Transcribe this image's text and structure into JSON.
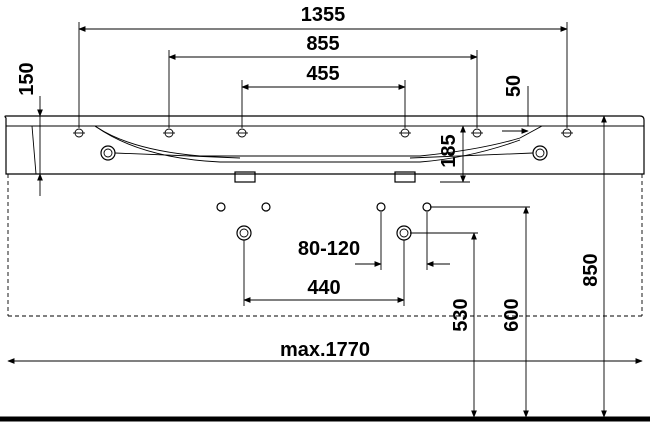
{
  "dimensions": {
    "overall_hole_span": "1355",
    "middle_hole_span": "855",
    "inner_hole_span": "455",
    "basin_height": "150",
    "edge_offset": "50",
    "deck_depth": "185",
    "trap_offset": "80-120",
    "drain_spacing": "440",
    "max_width": "max.1770",
    "drain_height": "530",
    "waste_height": "600",
    "rim_height": "850"
  }
}
